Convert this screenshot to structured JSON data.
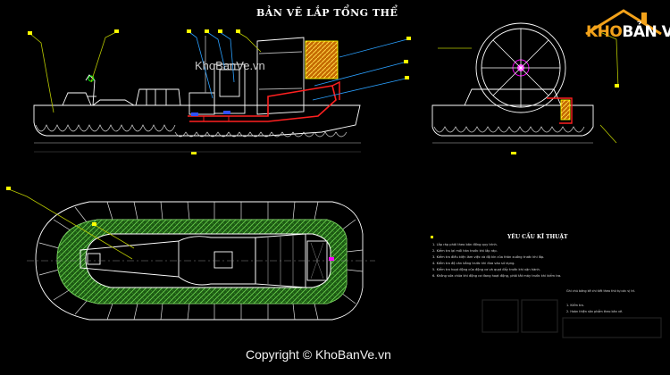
{
  "title": "BẢN VẼ  LẮP TỔNG THỂ",
  "requirements": {
    "heading": "YÊU CẦU KĨ THUẬT",
    "items": [
      "1. Lắp ráp phải theo bản đồng quy trình.",
      "2. Kiểm tra lại mối hàn trước khi lắp ráp.",
      "3. Kiểm tra điều kiện làm việc và độ kín của thân xuồng trước khi lắp.",
      "4. Kiểm tra độ cân bằng trước khi đưa vào sử dụng.",
      "5. Kiểm tra hoạt động của động cơ và quạt đẩy trước khi vận hành.",
      "6. Không sửa chữa khi động cơ đang hoạt động, phải tắt máy trước khi kiểm tra."
    ]
  },
  "notes": [
    "Ghi chú bảng kê chi tiết theo thứ tự các vị trí.",
    "1. Kiểm tra.",
    "2. Hoàn thiện sản phẩm theo bản vẽ."
  ],
  "watermark": "KhoBanVe.vn",
  "copyright": "Copyright © KhoBanVe.vn",
  "logo": {
    "part1": "KHO",
    "part2": "BẢN VẼ"
  },
  "colors": {
    "background": "#000000",
    "line": "#ffffff",
    "red": "#ff2020",
    "green": "#3a8a2a",
    "yellow": "#f0f000",
    "magenta": "#ff00ff",
    "cyan": "#00c8ff",
    "blue": "#3050ff",
    "logo_orange": "#f3a21a"
  }
}
